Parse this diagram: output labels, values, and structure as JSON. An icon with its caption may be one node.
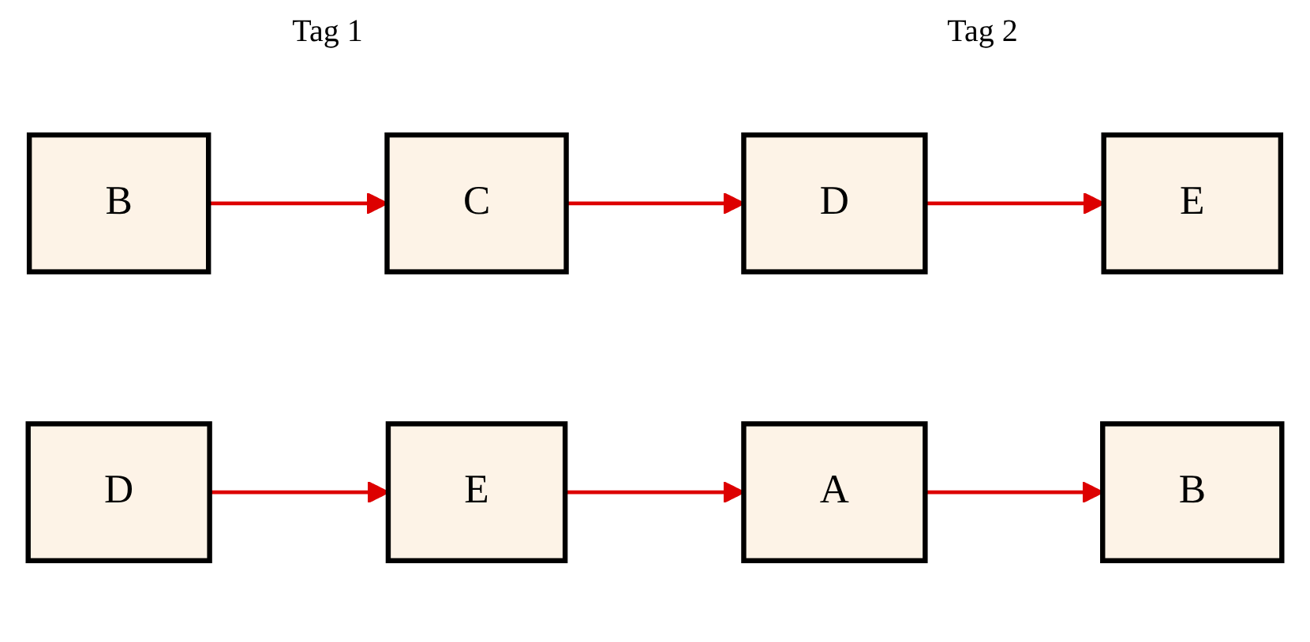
{
  "diagram": {
    "nodes": [
      {
        "text": [
          "E"
        ]
      },
      {
        "text": [
          "B"
        ]
      },
      {
        "text": [
          "D"
        ]
      },
      {
        "text": [
          "C"
        ]
      },
      {
        "text": [
          "A"
        ]
      },
      {
        "text": [
          "E"
        ]
      },
      {
        "text": [
          "B"
        ]
      },
      {
        "text": [
          "D"
        ]
      }
    ],
    "edges": [
      {
        "from": 1,
        "to": 3,
        "arrow": "to"
      },
      {
        "from": 3,
        "to": 2,
        "arrow": "to"
      },
      {
        "from": 2,
        "to": 0,
        "arrow": "to"
      },
      {
        "from": 5,
        "to": 4,
        "arrow": "to"
      },
      {
        "from": 4,
        "to": 6,
        "arrow": "to"
      },
      {
        "from": 7,
        "to": 5,
        "arrow": "to"
      }
    ],
    "labels": [
      "Tag 1",
      "Tag 2"
    ]
  }
}
